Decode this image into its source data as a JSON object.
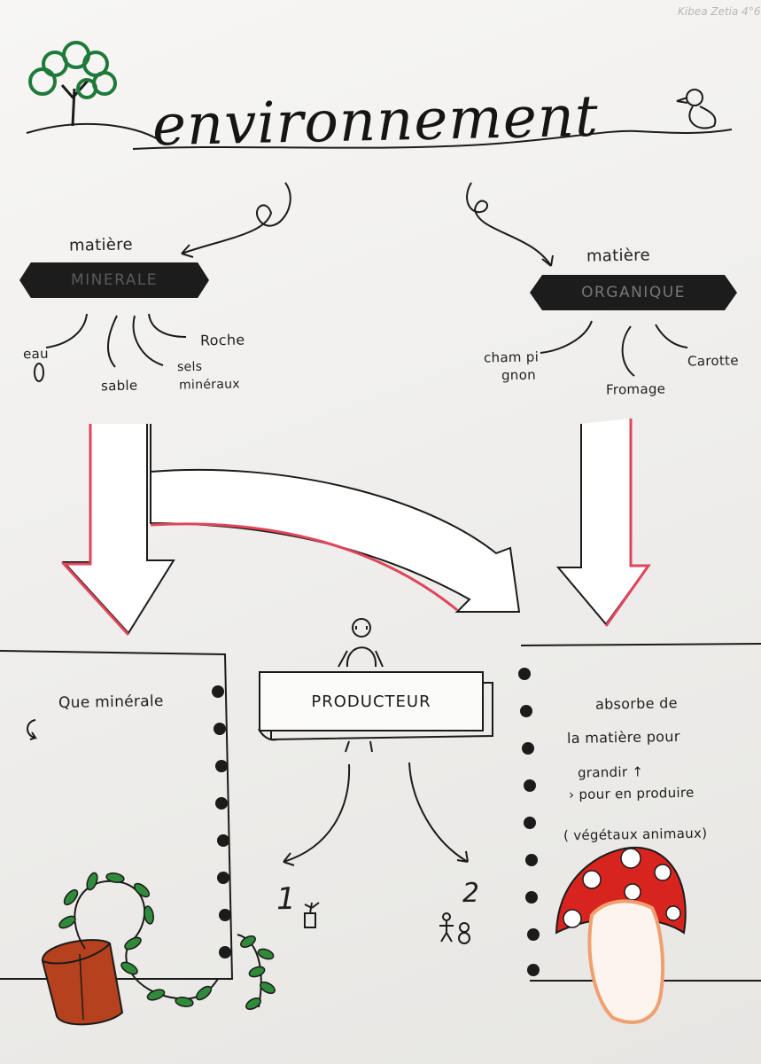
{
  "title": "environnement",
  "corner_note": "Kibea Zetia 4°6",
  "mineral": {
    "prefix": "matière",
    "tag": "MINERALE",
    "examples": [
      "eau",
      "sable",
      "sels",
      "minéraux",
      "Roche"
    ]
  },
  "organic": {
    "prefix": "matière",
    "tag": "ORGANIQUE",
    "examples": [
      "cham pi",
      "gnon",
      "Fromage",
      "Carotte"
    ]
  },
  "left_panel": {
    "text": "Que minérale"
  },
  "producer": {
    "label": "PRODUCTEUR",
    "branch_1": "1",
    "branch_2": "2"
  },
  "right_panel": {
    "lines": [
      "absorbe de",
      "la matière pour",
      "grandir ↑",
      "› pour en produire",
      "( végétaux animaux)"
    ]
  },
  "colors": {
    "ink": "#1b1b1b",
    "red_marker": "#e0455a",
    "tree_green": "#1f7a3a",
    "leaf_green": "#2f8a3a",
    "pot_brown": "#b5411e",
    "mushroom_red": "#d8241f",
    "mushroom_stem": "#f0a070",
    "tag_black": "#1c1c1c"
  },
  "icons": [
    "tree-icon",
    "bird-icon",
    "stick-figure-icon",
    "plant-pot-icon",
    "vine-icon",
    "mushroom-icon"
  ]
}
